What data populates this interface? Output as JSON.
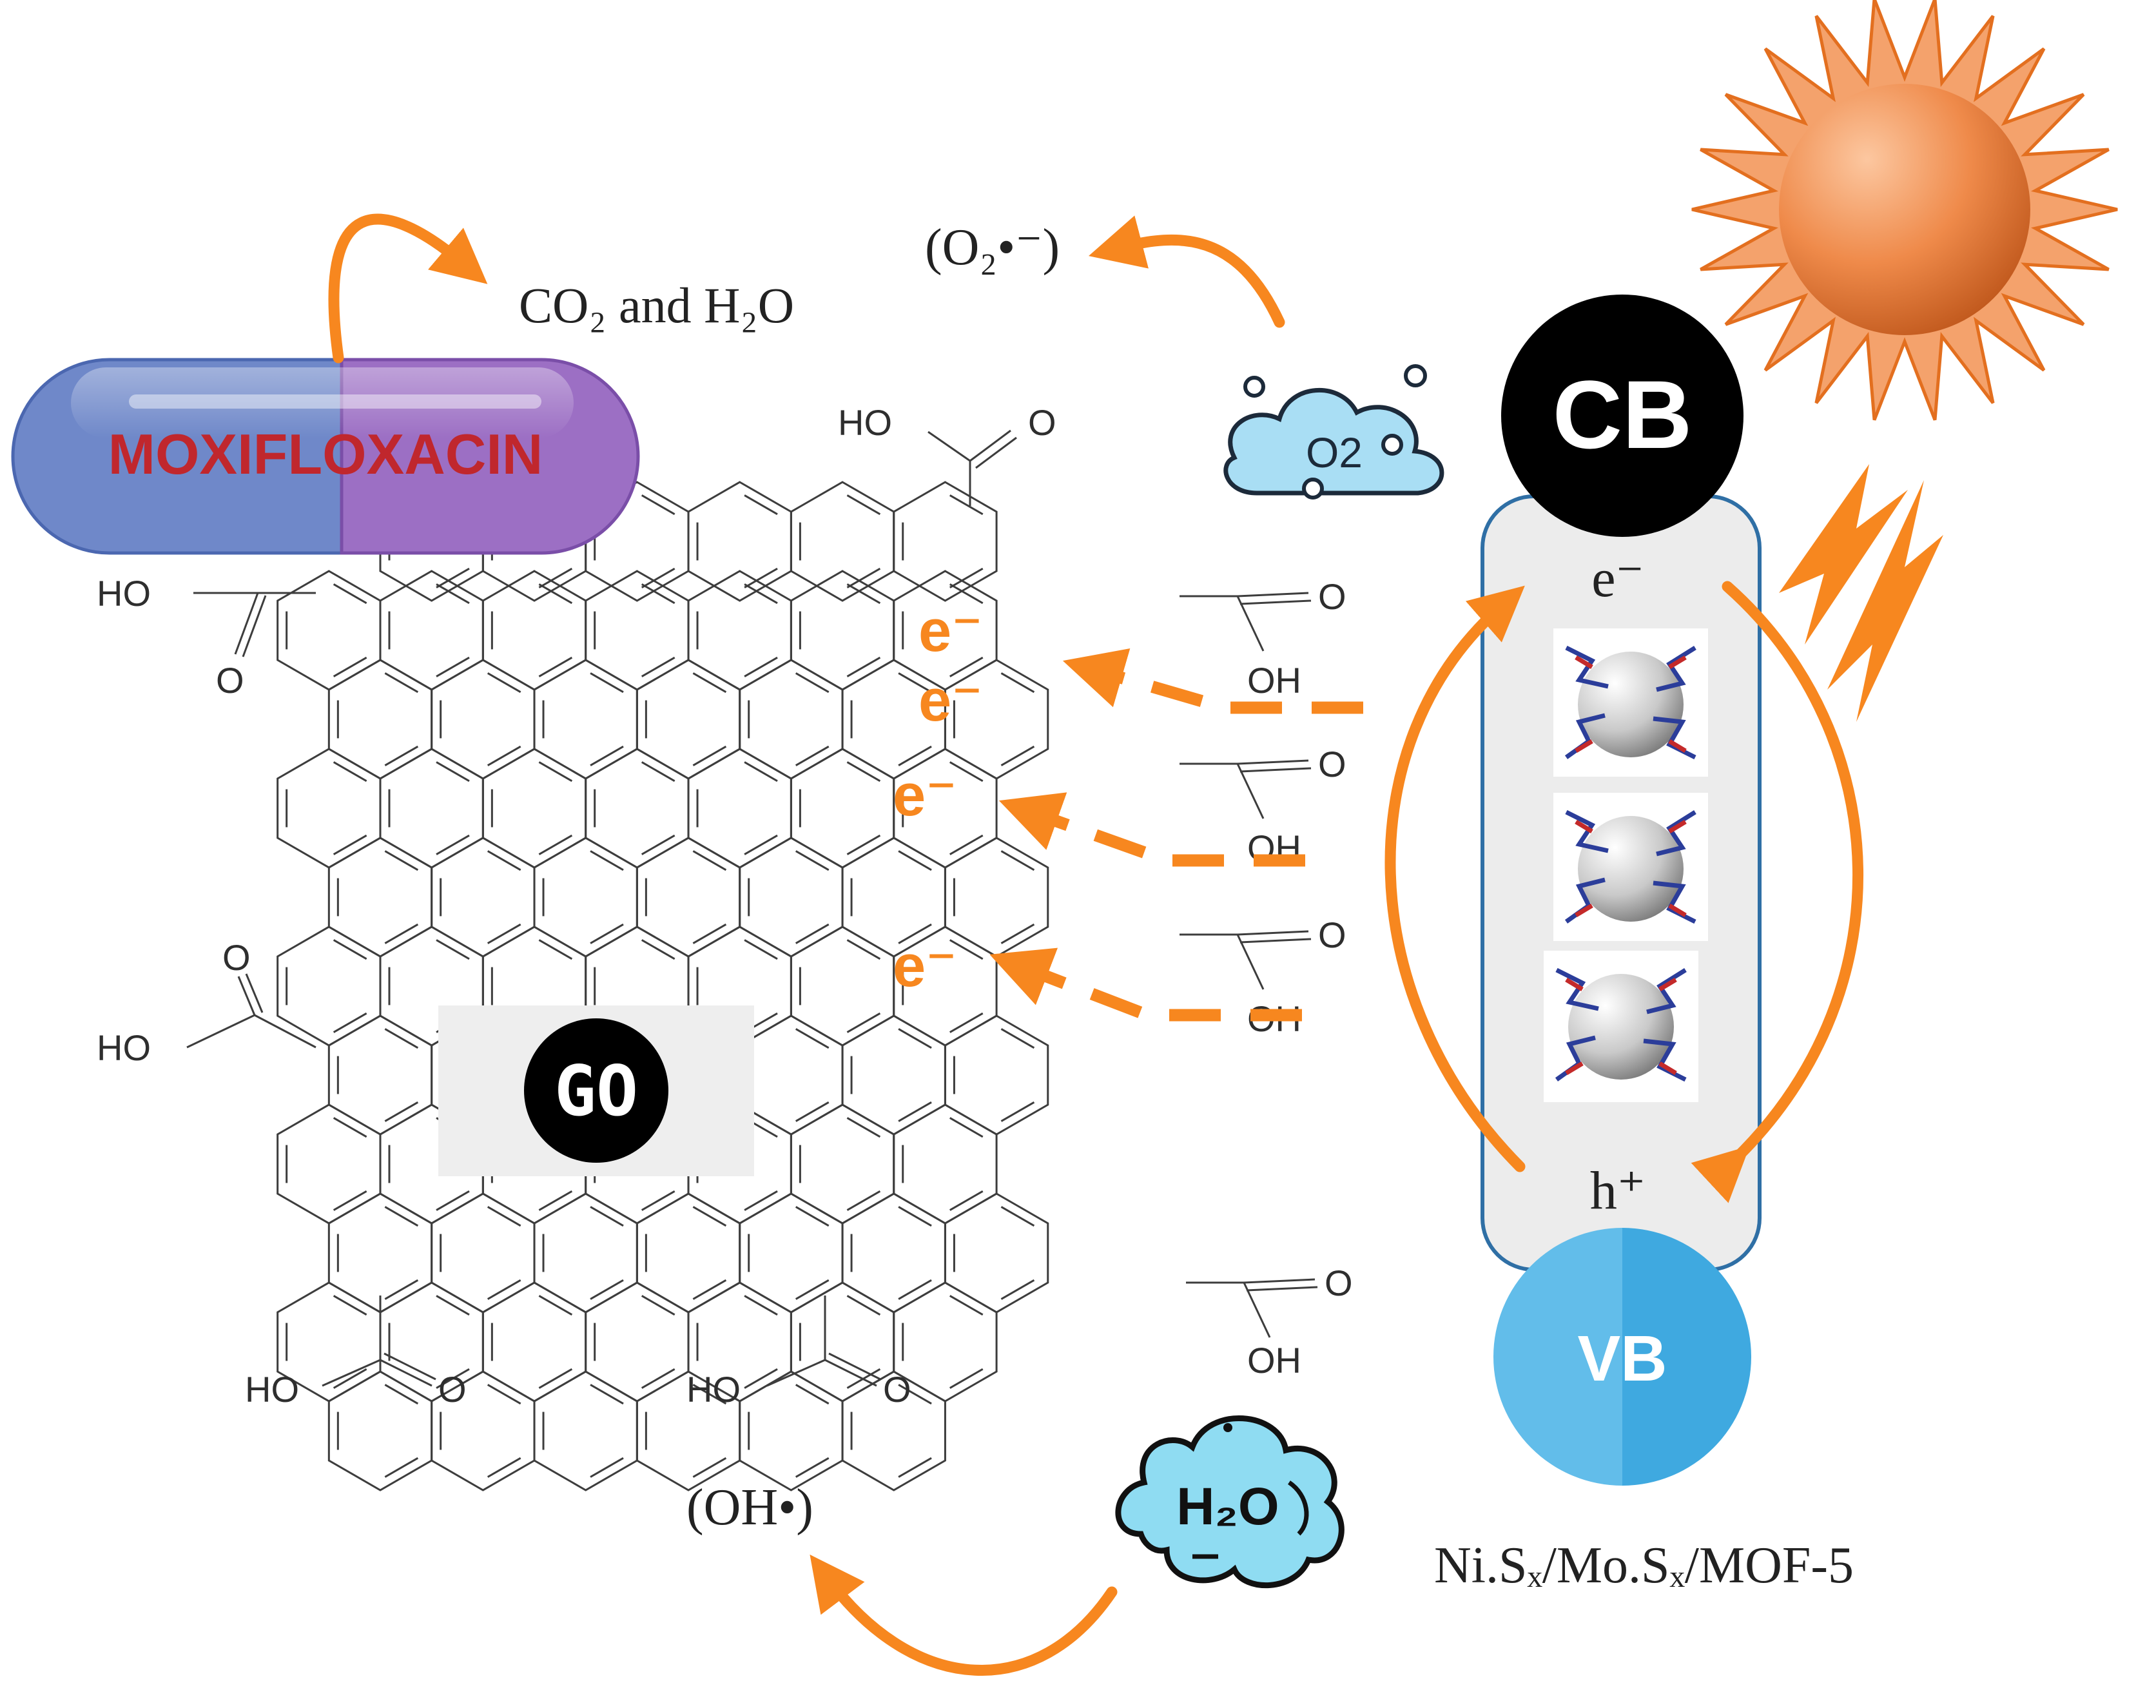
{
  "labels": {
    "moxifloxacin": "MOXIFLOXACIN",
    "co2_h2o": "CO₂ and H₂O",
    "superoxide": "(O₂•⁻)",
    "o2": "O2",
    "cb": "CB",
    "vb": "VB",
    "electron": "e⁻",
    "hole": "h⁺",
    "go": "GO",
    "h2o": "H₂O",
    "hydroxyl": "(OH•)",
    "composite": "Ni.Sₓ/Mo.Sₓ/MOF-5"
  },
  "go_transfer_labels": [
    "e⁻",
    "e⁻",
    "e⁻",
    "e⁻"
  ],
  "functional_groups": {
    "top": [
      "HO",
      "O"
    ],
    "left_upper": [
      "HO",
      "O"
    ],
    "left_lower": [
      "O",
      "HO"
    ],
    "right_1": [
      "O",
      "OH"
    ],
    "right_2": [
      "O",
      "OH"
    ],
    "right_3": [
      "O",
      "OH"
    ],
    "right_4": [
      "O",
      "OH"
    ],
    "bottom_1": [
      "HO",
      "O"
    ],
    "bottom_2": [
      "HO",
      "O"
    ]
  },
  "colors": {
    "arrow": "#f7871f",
    "cb_circle": "#000000",
    "vb_circle": "#5bb6e8",
    "pill_left": "#6f88c9",
    "pill_right": "#9c6fc4",
    "pill_text": "#c0272d",
    "cloud": "#a9def4",
    "sun": "#f08a45"
  },
  "icons": {
    "sun": "sun-icon",
    "lightning": "lightning-bolt-icon",
    "o2_cloud": "o2-cloud-icon",
    "h2o_cloud": "h2o-cloud-icon",
    "mof_cluster": "mof-5-cluster-icon"
  }
}
